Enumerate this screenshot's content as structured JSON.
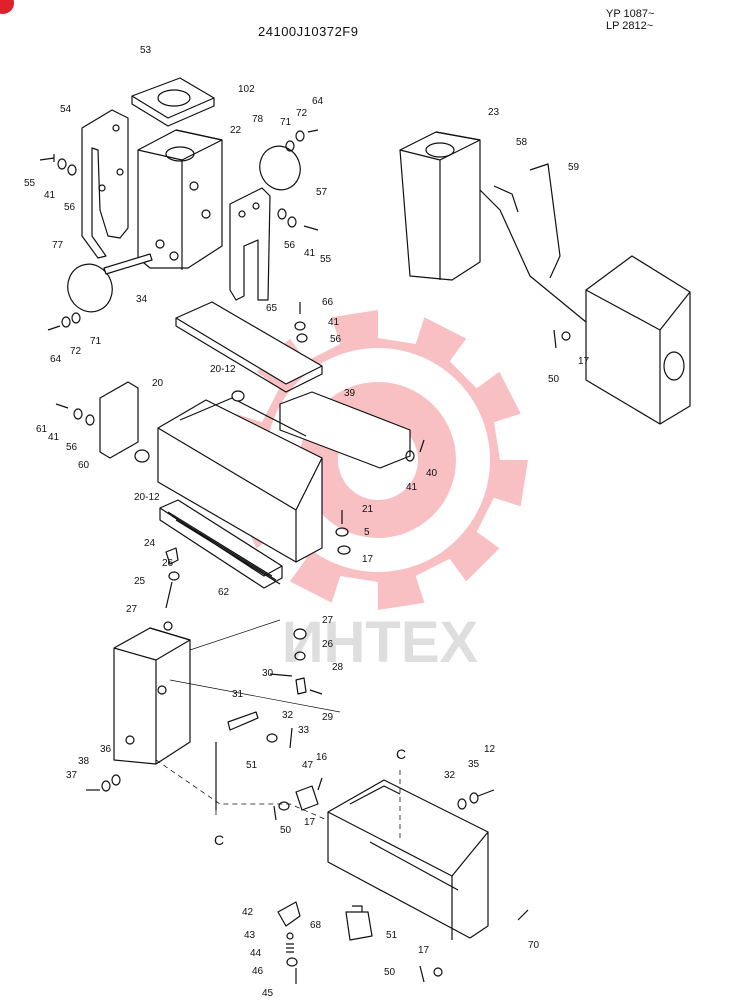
{
  "header": {
    "doc_code": "24100J10372F9",
    "serial_1": "YP 1087~",
    "serial_2": "LP 2812~"
  },
  "watermark": {
    "text": "ИНТЕХ",
    "color": "#e8202a",
    "icon": "gear-icon"
  },
  "connector_label": "C",
  "callouts": [
    "53",
    "102",
    "22",
    "54",
    "55",
    "41",
    "56",
    "78",
    "71",
    "72",
    "64",
    "57",
    "56",
    "41",
    "55",
    "77",
    "34",
    "64",
    "72",
    "71",
    "66",
    "41",
    "56",
    "65",
    "20-12",
    "20",
    "39",
    "61",
    "41",
    "56",
    "60",
    "40",
    "41",
    "20-12",
    "21",
    "5",
    "17",
    "62",
    "24",
    "26",
    "25",
    "27",
    "27",
    "26",
    "28",
    "30",
    "29",
    "31",
    "32",
    "33",
    "36",
    "37",
    "38",
    "51",
    "16",
    "47",
    "50",
    "17",
    "12",
    "35",
    "32",
    "42",
    "43",
    "44",
    "46",
    "45",
    "68",
    "51",
    "70",
    "17",
    "50",
    "23",
    "58",
    "59",
    "17",
    "50"
  ]
}
